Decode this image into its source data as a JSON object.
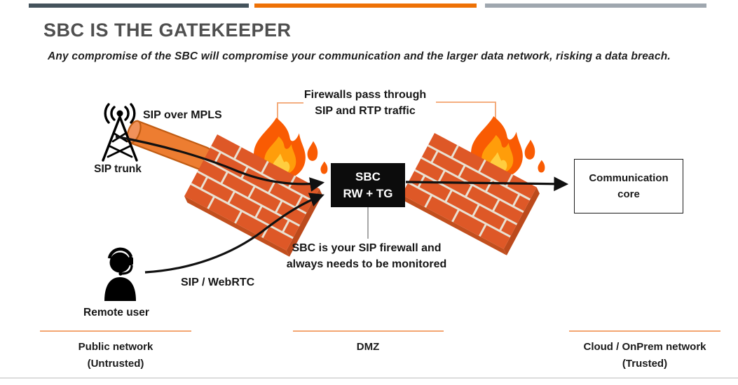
{
  "slide": {
    "title": "SBC IS THE GATEKEEPER",
    "subtitle": "Any compromise of the SBC will compromise your communication and the larger data network, risking a data breach."
  },
  "colors": {
    "accent_orange": "#EE7105",
    "top_bar_dark": "#44535C",
    "top_bar_gray": "#9FA7AF",
    "separator_orange": "#F4A672",
    "brick_red": "#DE5827",
    "flame_outer": "#F95B03",
    "flame_mid": "#FF9D0A",
    "flame_inner": "#FFCE3F",
    "arrow_black": "#111111"
  },
  "diagram": {
    "sip_trunk_label": "SIP trunk",
    "mpls_label": "SIP over MPLS",
    "remote_user_label": "Remote user",
    "webrtc_label": "SIP / WebRTC",
    "firewall_note": {
      "line1": "Firewalls pass through",
      "line2": "SIP and RTP traffic"
    },
    "sbc_box": {
      "line1": "SBC",
      "line2": "RW + TG"
    },
    "sbc_note": {
      "line1": "SBC is your SIP firewall and",
      "line2": "always needs to be monitored"
    },
    "core_box": {
      "line1": "Communication",
      "line2": "core"
    },
    "icons": [
      "radio-tower-icon",
      "headset-user-icon",
      "firewall-flame-icon"
    ]
  },
  "zones": [
    {
      "label": "Public network",
      "sublabel": "(Untrusted)"
    },
    {
      "label": "DMZ",
      "sublabel": ""
    },
    {
      "label": "Cloud / OnPrem network",
      "sublabel": "(Trusted)"
    }
  ]
}
